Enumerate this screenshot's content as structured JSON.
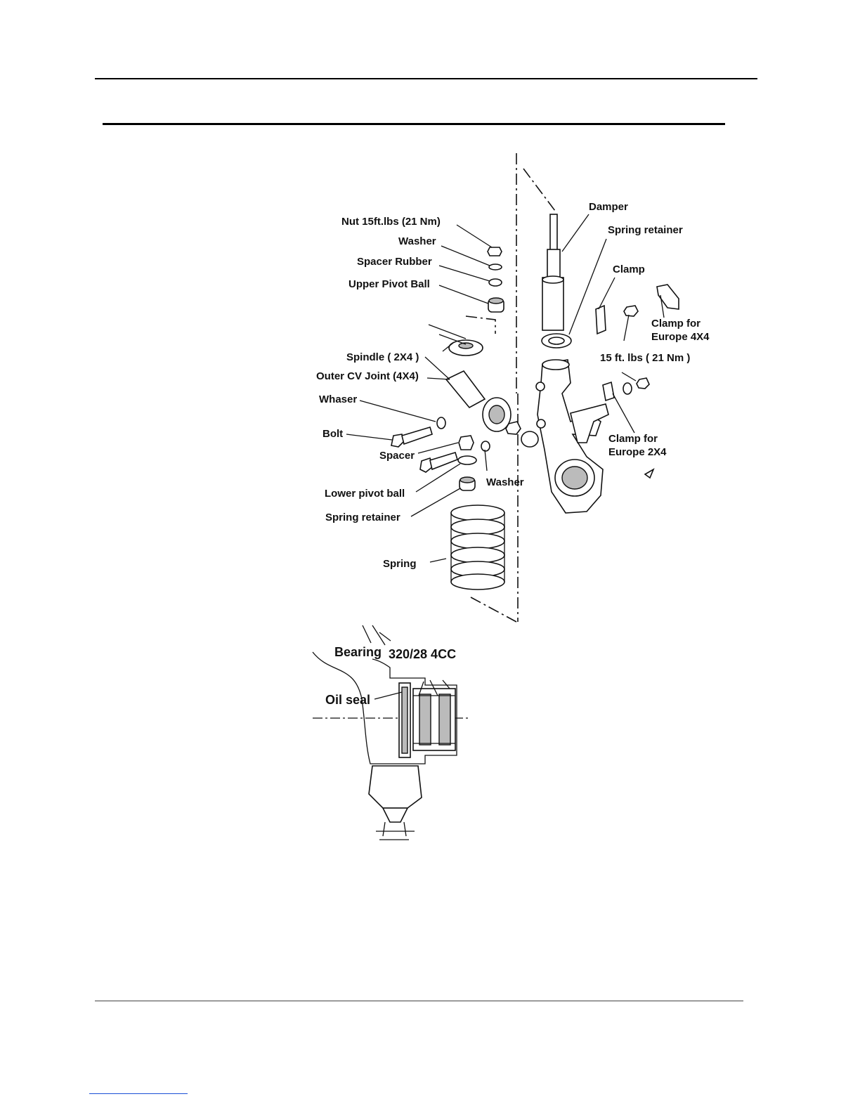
{
  "diagram": {
    "labels": {
      "nut": "Nut  15ft.lbs (21 Nm)",
      "washer_top": "Washer",
      "spacer_rubber": "Spacer Rubber",
      "upper_pivot_ball": "Upper Pivot Ball",
      "spindle": "Spindle ( 2X4 )",
      "outer_cv_joint": "Outer CV Joint (4X4)",
      "whaser": "Whaser",
      "bolt": "Bolt",
      "spacer": "Spacer",
      "lower_pivot_ball": "Lower pivot ball",
      "spring_retainer_lower": "Spring retainer",
      "spring": "Spring",
      "washer_mid": "Washer",
      "damper": "Damper",
      "spring_retainer_upper": "Spring retainer",
      "clamp": "Clamp",
      "clamp_eu_4x4_line1": "Clamp for",
      "clamp_eu_4x4_line2": "Europe 4X4",
      "torque_15": "15 ft. lbs ( 21 Nm )",
      "clamp_eu_2x4_line1": "Clamp for",
      "clamp_eu_2x4_line2": "Europe 2X4"
    },
    "detail": {
      "bearing": "Bearing",
      "bearing_code": "320/28 4CC",
      "oil_seal": "Oil seal"
    }
  }
}
